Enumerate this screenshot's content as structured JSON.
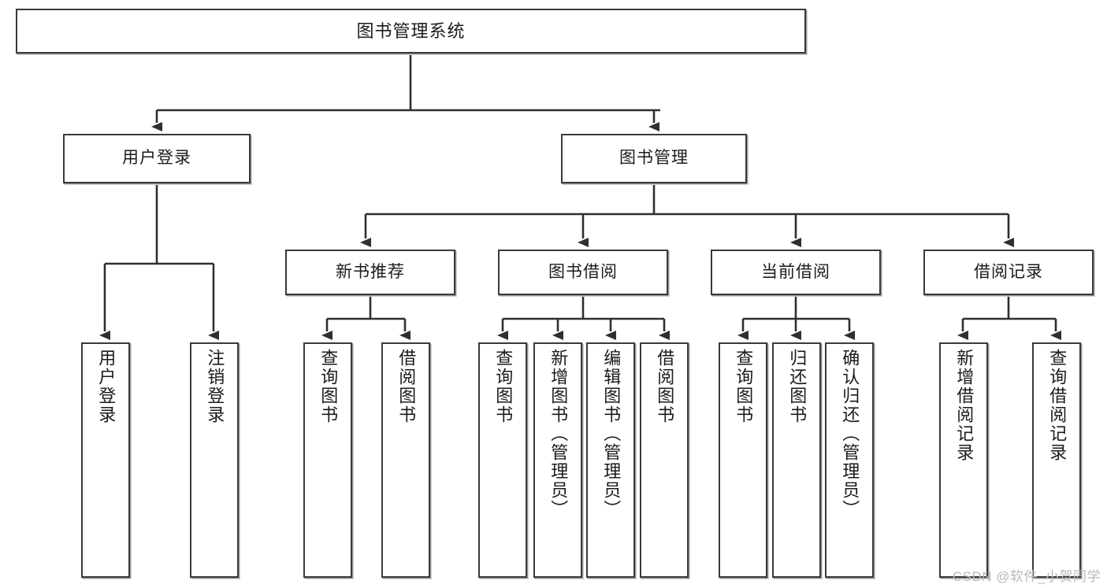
{
  "diagram": {
    "title_text": "图书管理系统",
    "type": "hierarchical-tree",
    "root": {
      "id": "root",
      "label": "图书管理系统"
    },
    "level2": [
      {
        "id": "user-login",
        "label": "用户登录"
      },
      {
        "id": "book-manage",
        "label": "图书管理"
      }
    ],
    "level3": [
      {
        "id": "new-book-recommend",
        "label": "新书推荐"
      },
      {
        "id": "book-borrow",
        "label": "图书借阅"
      },
      {
        "id": "current-borrow",
        "label": "当前借阅"
      },
      {
        "id": "borrow-record",
        "label": "借阅记录"
      }
    ],
    "leaves": [
      {
        "id": "leaf-user-login",
        "parent": "user-login",
        "label": "用户登录"
      },
      {
        "id": "leaf-logout",
        "parent": "user-login",
        "label": "注销登录"
      },
      {
        "id": "leaf-query-book-1",
        "parent": "new-book-recommend",
        "label": "查询图书"
      },
      {
        "id": "leaf-borrow-book-1",
        "parent": "new-book-recommend",
        "label": "借阅图书"
      },
      {
        "id": "leaf-query-book-2",
        "parent": "book-borrow",
        "label": "查询图书"
      },
      {
        "id": "leaf-add-book",
        "parent": "book-borrow",
        "label": "新增图书（管理员）"
      },
      {
        "id": "leaf-edit-book",
        "parent": "book-borrow",
        "label": "编辑图书（管理员）"
      },
      {
        "id": "leaf-borrow-book-2",
        "parent": "book-borrow",
        "label": "借阅图书"
      },
      {
        "id": "leaf-query-book-3",
        "parent": "current-borrow",
        "label": "查询图书"
      },
      {
        "id": "leaf-return-book",
        "parent": "current-borrow",
        "label": "归还图书"
      },
      {
        "id": "leaf-confirm-return",
        "parent": "current-borrow",
        "label": "确认归还（管理员）"
      },
      {
        "id": "leaf-add-record",
        "parent": "borrow-record",
        "label": "新增借阅记录"
      },
      {
        "id": "leaf-query-record",
        "parent": "borrow-record",
        "label": "查询借阅记录"
      }
    ],
    "watermark": "CSDN @软件_小贺同学",
    "colors": {
      "box_border": "#3a3a3a",
      "box_fill": "#ffffff",
      "connector": "#2f2f2f",
      "text": "#1b1b1b",
      "watermark": "#b9b9b9"
    }
  }
}
